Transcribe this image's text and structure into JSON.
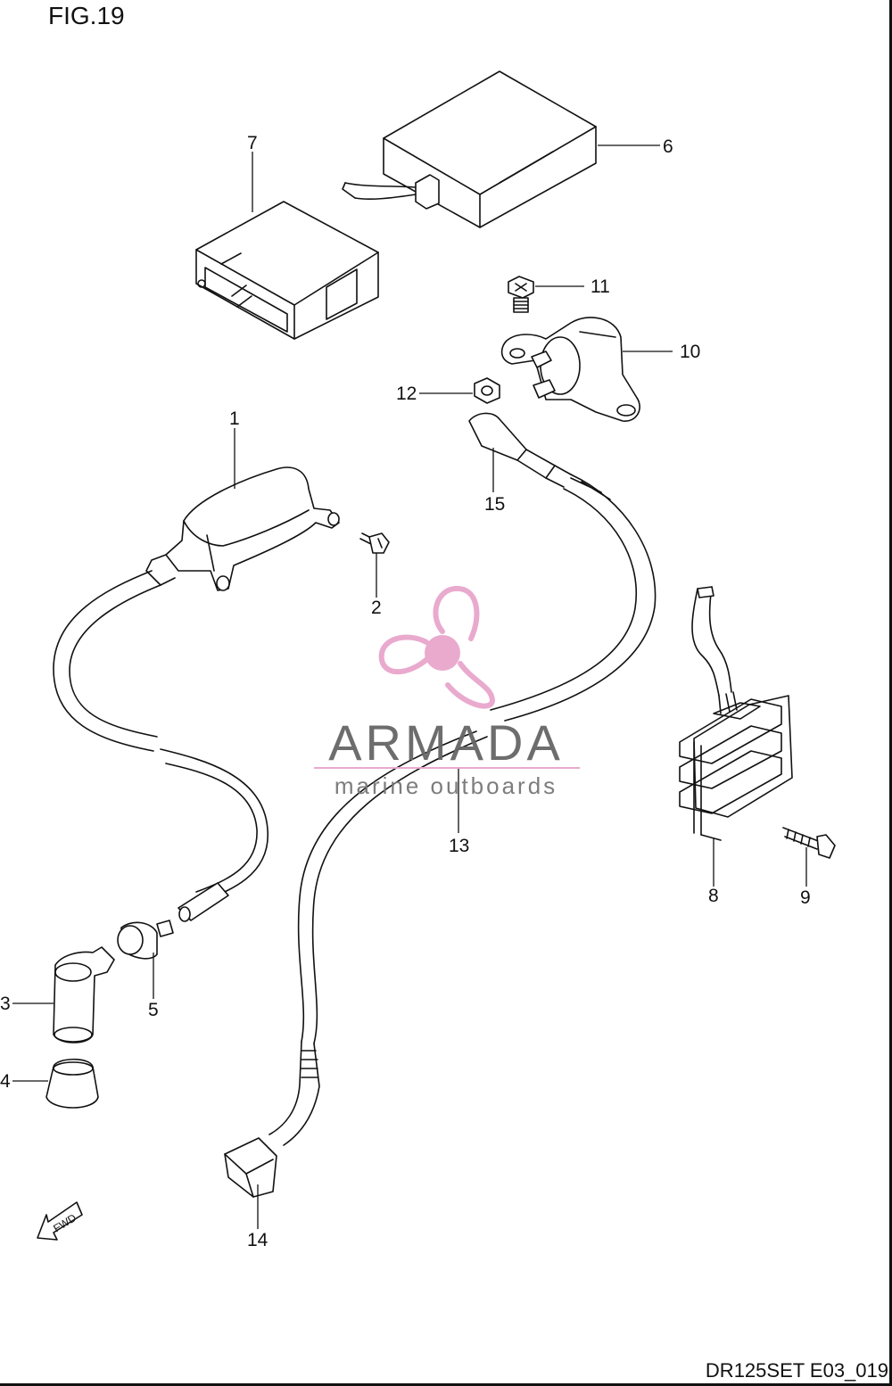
{
  "title": "FIG.19",
  "drawing_code": "DR125SET E03_019",
  "fwd_label": "FWD",
  "watermark": {
    "brand": "ARMADA",
    "tagline": "marine outboards",
    "color": "#e8a6cc"
  },
  "callouts": [
    "1",
    "2",
    "3",
    "4",
    "5",
    "6",
    "7",
    "8",
    "9",
    "10",
    "11",
    "12",
    "13",
    "14",
    "15"
  ]
}
